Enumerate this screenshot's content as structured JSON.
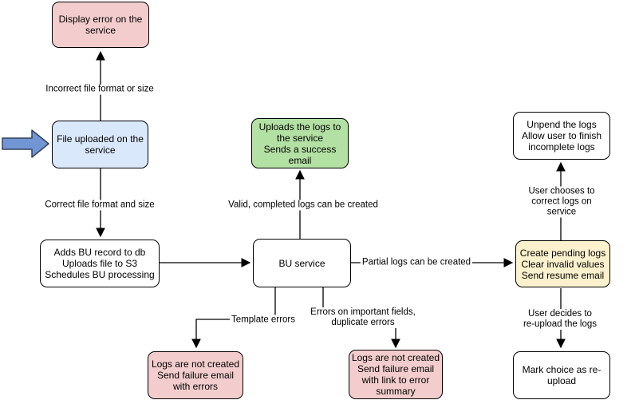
{
  "diagram": {
    "type": "flowchart",
    "colors": {
      "node_stroke": "#000000",
      "error_fill": "#F3CDCD",
      "input_fill": "#DAE8FC",
      "success_fill": "#B3E0A3",
      "pending_fill": "#FBF1CD",
      "plain_fill": "#FFFFFF",
      "input_arrow_fill": "#7295D4",
      "input_arrow_stroke": "#33415C",
      "connector": "#000000"
    },
    "nodes": {
      "display_error": {
        "text": "Display error on the service"
      },
      "file_uploaded": {
        "text": "File uploaded on the service"
      },
      "adds_bu_record": {
        "text": "Adds BU record to db\nUploads file to S3\nSchedules BU processing"
      },
      "bu_service": {
        "text": "BU service"
      },
      "uploads_logs": {
        "text": "Uploads the logs to the service\nSends a success email"
      },
      "create_pending": {
        "text": "Create pending logs\nClear invalid values\nSend resume email"
      },
      "unpend_logs": {
        "text": "Unpend the logs\nAllow user to finish incomplete logs"
      },
      "mark_reupload": {
        "text": "Mark choice as re-upload"
      },
      "logs_not_created_errors": {
        "text": "Logs are not created\nSend failure email with errors"
      },
      "logs_not_created_summary": {
        "text": "Logs are not created\nSend failure email with link to error summary"
      }
    },
    "edge_labels": {
      "incorrect_file": "Incorrect file format or size",
      "correct_file": "Correct file format and size",
      "valid_logs": "Valid, completed logs can be created",
      "partial_logs": "Partial logs can be created",
      "template_errors": "Template errors",
      "field_errors": "Errors on important fields,\nduplicate errors",
      "user_corrects": "User chooses to correct logs on service",
      "user_reuploads": "User decides to re-upload the logs"
    }
  }
}
